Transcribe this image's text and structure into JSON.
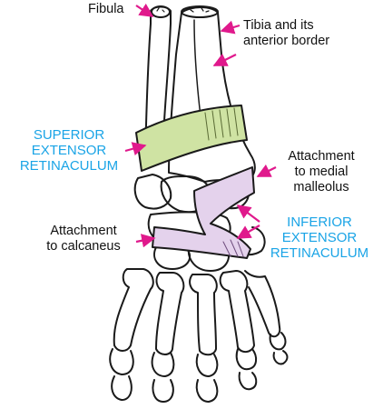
{
  "labels": {
    "fibula": "Fibula",
    "tibia": "Tibia and its\nanterior border",
    "superior": "SUPERIOR\nEXTENSOR\nRETINACULUM",
    "medial": "Attachment\nto medial\nmalleolus",
    "inferior": "INFERIOR\nEXTENSOR\nRETINACULUM",
    "calcaneus": "Attachment\nto calcaneus"
  },
  "colors": {
    "label_blue": "#1aa4e6",
    "pointer_magenta": "#e0198c",
    "superior_band": "#cfe3a3",
    "inferior_band": "#e4d2ec",
    "outline": "#1a1a1a"
  }
}
